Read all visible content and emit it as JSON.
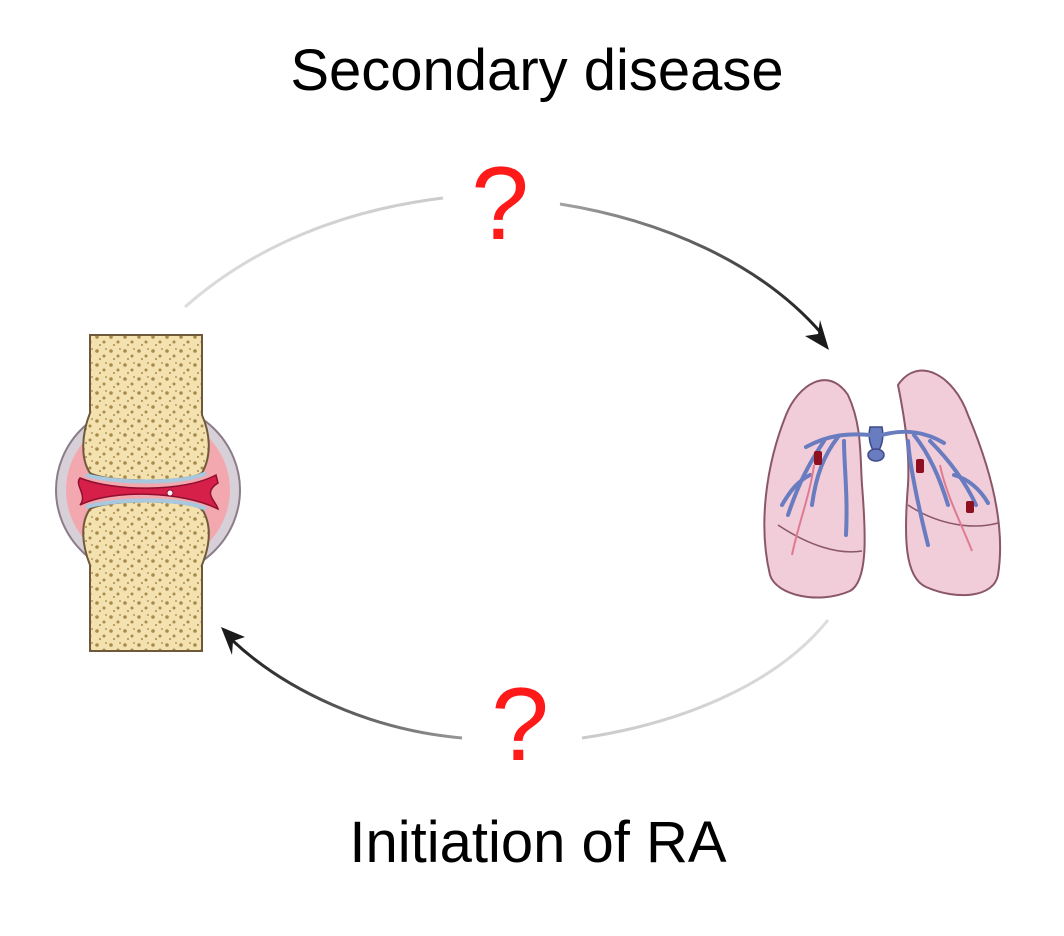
{
  "labels": {
    "top": "Secondary disease",
    "bottom": "Initiation of RA",
    "question_mark": "?"
  },
  "nodes": [
    {
      "name": "joint",
      "icon": "joint-icon"
    },
    {
      "name": "lungs",
      "icon": "lungs-icon"
    }
  ],
  "colors": {
    "question_mark": "#ff1a1a",
    "text": "#000000",
    "arrow": "#1a1a1a",
    "bone": "#f3e2b0",
    "synovium": "#d6204a",
    "lung": "#f0cdd9",
    "vessel": "#6a7cc0"
  }
}
